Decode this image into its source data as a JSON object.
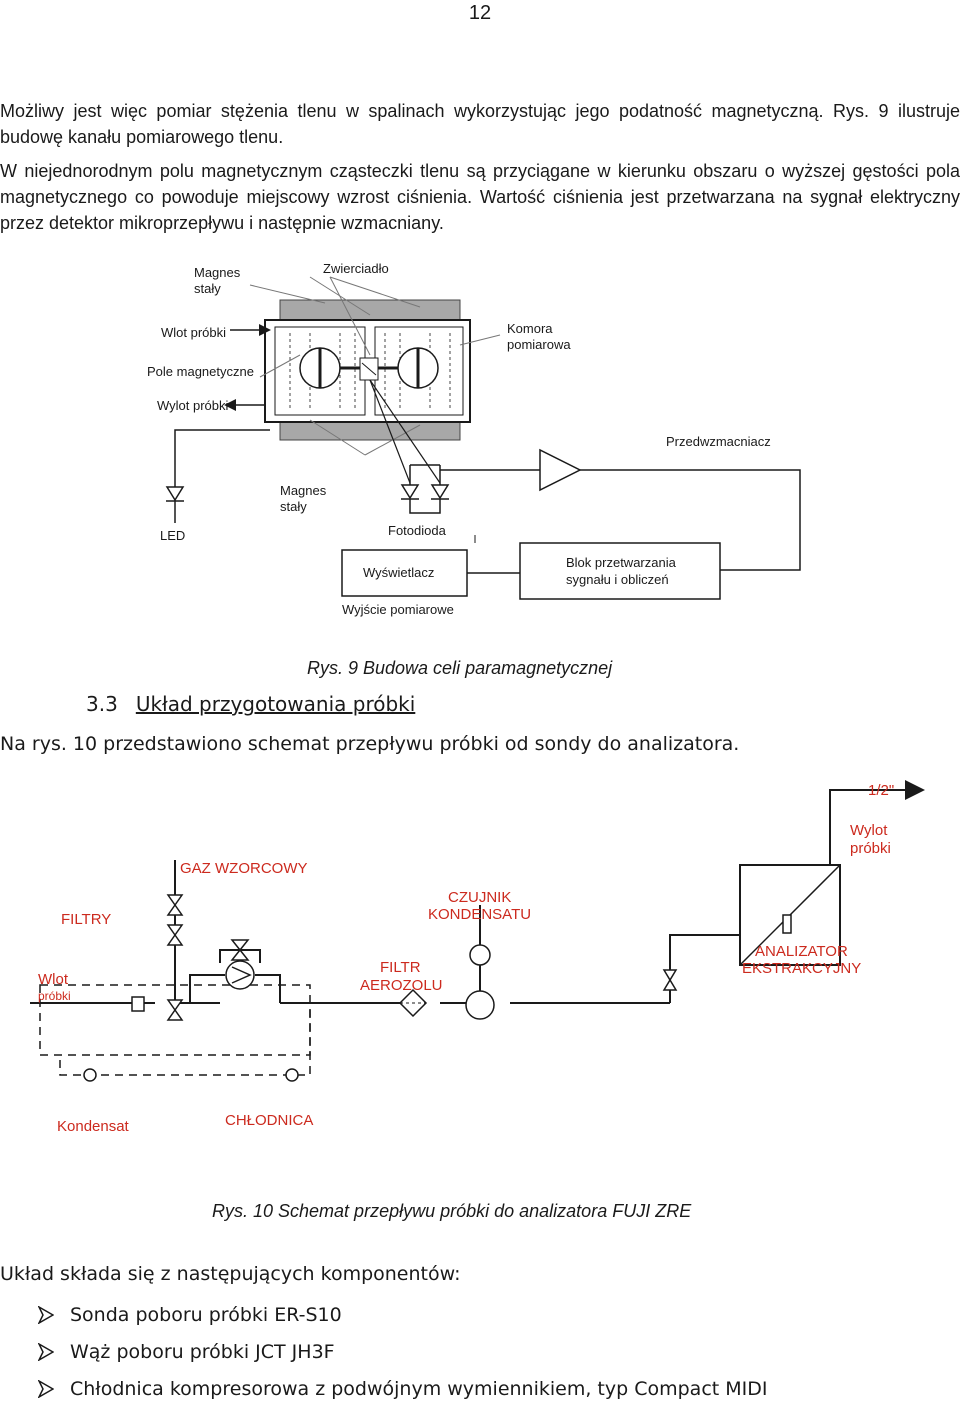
{
  "page_number": "12",
  "paragraphs": {
    "p1": "Możliwy jest więc pomiar stężenia tlenu w spalinach wykorzystując jego podatność magnetyczną. Rys. 9 ilustruje budowę kanału pomiarowego tlenu.",
    "p2": "W niejednorodnym polu magnetycznym cząsteczki tlenu są przyciągane w kierunku obszaru o wyższej gęstości pola magnetycznego co powoduje miejscowy wzrost ciśnienia. Wartość ciśnienia jest przetwarzana na sygnał elektryczny przez detektor mikroprzepływu i następnie wzmacniany."
  },
  "figure9": {
    "labels": {
      "magnes_staly_1": "Magnes",
      "magnes_staly_2": "stały",
      "zwierciadlo": "Zwierciadło",
      "wlot_probki": "Wlot próbki",
      "pole_magnetyczne": "Pole magnetyczne",
      "wylot_probki": "Wylot próbki",
      "komora_1": "Komora",
      "komora_2": "pomiarowa",
      "przedwzmacniacz": "Przedwzmacniacz",
      "led": "LED",
      "magnes_dolny_1": "Magnes",
      "magnes_dolny_2": "stały",
      "fotodioda": "Fotodioda",
      "wyswietlacz": "Wyświetlacz",
      "blok_1": "Blok przetwarzania",
      "blok_2": "sygnału i obliczeń",
      "wyjscie": "Wyjście pomiarowe"
    },
    "caption": "Rys. 9 Budowa celi paramagnetycznej"
  },
  "section": {
    "number": "3.3",
    "title": "Układ przygotowania próbki"
  },
  "intro2": "Na rys. 10 przedstawiono schemat przepływu próbki od sondy do analizatora.",
  "figure10": {
    "labels": {
      "half_inch": "1/2\"",
      "wylot_1": "Wylot",
      "wylot_2": "próbki",
      "gaz_wzorcowy": "GAZ WZORCOWY",
      "czujnik_1": "CZUJNIK",
      "czujnik_2": "KONDENSATU",
      "filtry": "FILTRY",
      "analizator_1": "ANALIZATOR",
      "analizator_2": "EKSTRAKCYJNY",
      "wlot": "Wlot",
      "probki": "próbki",
      "filtr_1": "FILTR",
      "filtr_2": "AEROZOLU",
      "kondensat": "Kondensat",
      "chlodnica": "CHŁODNICA"
    },
    "caption": "Rys. 10 Schemat przepływu próbki do analizatora FUJI ZRE"
  },
  "components_intro": "Układ składa się z następujących komponentów:",
  "components": [
    "Sonda poboru próbki ER-S10",
    "Wąż poboru próbki JCT JH3F",
    "Chłodnica kompresorowa z podwójnym wymiennikiem, typ Compact  MIDI"
  ],
  "colors": {
    "label_red": "#cc2a1e",
    "line_dark": "#1a1a1a",
    "magnet_gray": "#9a9a9a"
  }
}
